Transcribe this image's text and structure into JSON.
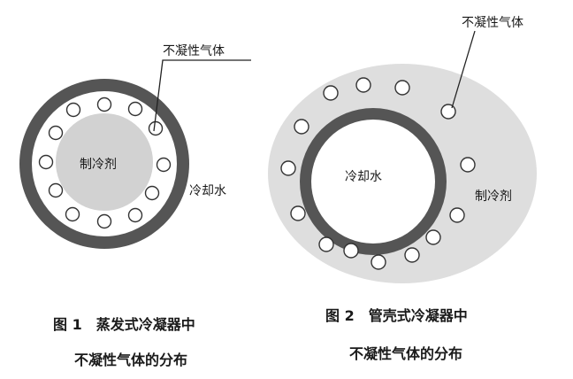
{
  "fig1": {
    "label_gas": "不凝性气体",
    "label_refrigerant": "制冷剂",
    "label_water": "冷却水",
    "caption_line1": "图 1　蒸发式冷凝器中",
    "caption_line2": "不凝性气体的分布"
  },
  "fig2": {
    "label_gas": "不凝性气体",
    "label_water": "冷却水",
    "label_refrigerant": "制冷剂",
    "caption_line1": "图 2　管壳式冷凝器中",
    "caption_line2": "不凝性气体的分布"
  },
  "colors": {
    "ring": "#555555",
    "gray_fill": "#d2d2d2",
    "bg_ellipse": "#dedede"
  }
}
